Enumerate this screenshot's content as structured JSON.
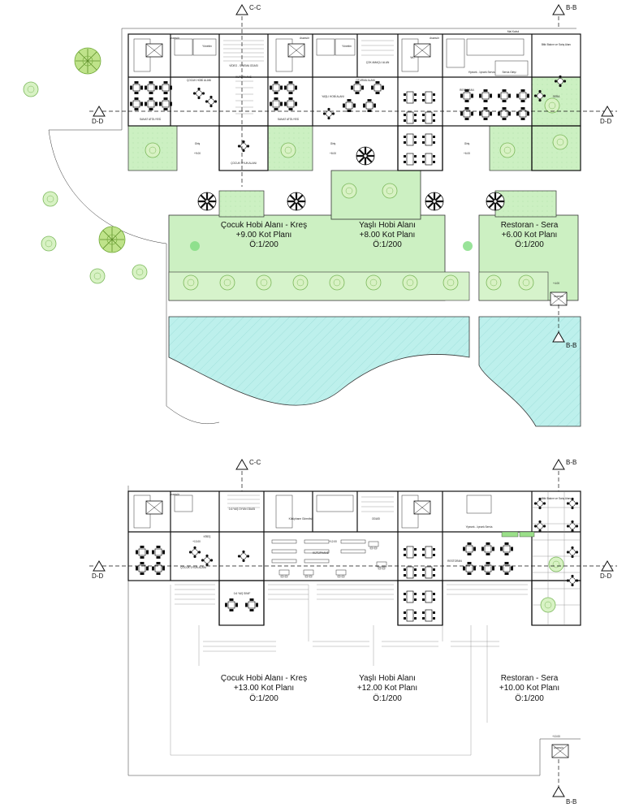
{
  "upper_plan": {
    "panels": [
      {
        "title": "Çocuk Hobi Alanı - Kreş",
        "level": "+9.00 Kot Planı",
        "scale": "Ö:1/200"
      },
      {
        "title": "Yaşlı Hobi Alanı",
        "level": "+8.00 Kot Planı",
        "scale": "Ö:1/200"
      },
      {
        "title": "Restoran - Sera",
        "level": "+6.00 Kot Planı",
        "scale": "Ö:1/200"
      }
    ],
    "room_labels": {
      "cocuk_hobi": "ÇOCUK HOBİ ALANI",
      "kutuphane": "KÜTÜPHANE",
      "sanat_1": "SANAT ATÖLYESİ",
      "sanat_2": "SANAT ATÖLYESİ",
      "yasli_hobi": "YAŞLI HOBİ ALANI",
      "oturma": "OTURMA ALANI",
      "restoran": "RESTORAN",
      "sera": "SERA",
      "cocuk_oyun": "ÇOCUK OYUN ALANI",
      "video": "VİDEO - SİNEMA ODASI",
      "cok_amacli": "ÇOK AMAÇLI ALAN",
      "yonetim_1": "Yönetim",
      "yonetim_2": "Yönetim",
      "asansor_1": "Asansör",
      "asansor_2": "Asansör",
      "asansor_3": "Asansör",
      "asansor_4": "Asansör",
      "mutfak": "Yiyecek - İçecek Servis",
      "wc": "WC",
      "bahce": "Bitki Bakım ve Satış Alanı",
      "mal_kabul": "Mal Kabul",
      "servis_gir": "Servis Girişi",
      "giris_1": "Giriş",
      "giris_2": "Giriş",
      "giris_3": "Giriş"
    },
    "levels": [
      "+9.00",
      "+8.00",
      "+6.00",
      "+4.00"
    ]
  },
  "lower_plan": {
    "panels": [
      {
        "title": "Çocuk Hobi Alanı - Kreş",
        "level": "+13.00 Kot Planı",
        "scale": "Ö:1/200"
      },
      {
        "title": "Yaşlı Hobi Alanı",
        "level": "+12.00 Kot Planı",
        "scale": "Ö:1/200"
      },
      {
        "title": "Restoran - Sera",
        "level": "+10.00 Kot Planı",
        "scale": "Ö:1/200"
      }
    ],
    "room_labels": {
      "kres": "KREŞ",
      "cocuk_oyun": "ÇOCUK OYUN ALANI",
      "oyun_odasi": "0-6 YAŞ OYUN ODASI",
      "sinif": "0-6 YAŞ SINIF",
      "kutuphane": "KÜTÜPHANE",
      "restoran": "RESTORAN",
      "kutuphane_gorevli": "Kütüphane Görevlisi",
      "oda": "ODASI",
      "asansor_1": "Asansör",
      "asansor_2": "Asansör",
      "mutfak": "Yiyecek - İçecek Servis",
      "bahce": "Bitki Bakım ve Satış Alanı"
    },
    "levels": [
      "+13.00",
      "+12.00",
      "+10.00"
    ]
  },
  "section_markers": {
    "cc": "C-C",
    "bb": "B-B",
    "dd": "D-D"
  },
  "colors": {
    "green_planting": "#ccf0c2",
    "water": "#bdf0ec",
    "wall": "#111111",
    "tree": "#9bd44e"
  }
}
